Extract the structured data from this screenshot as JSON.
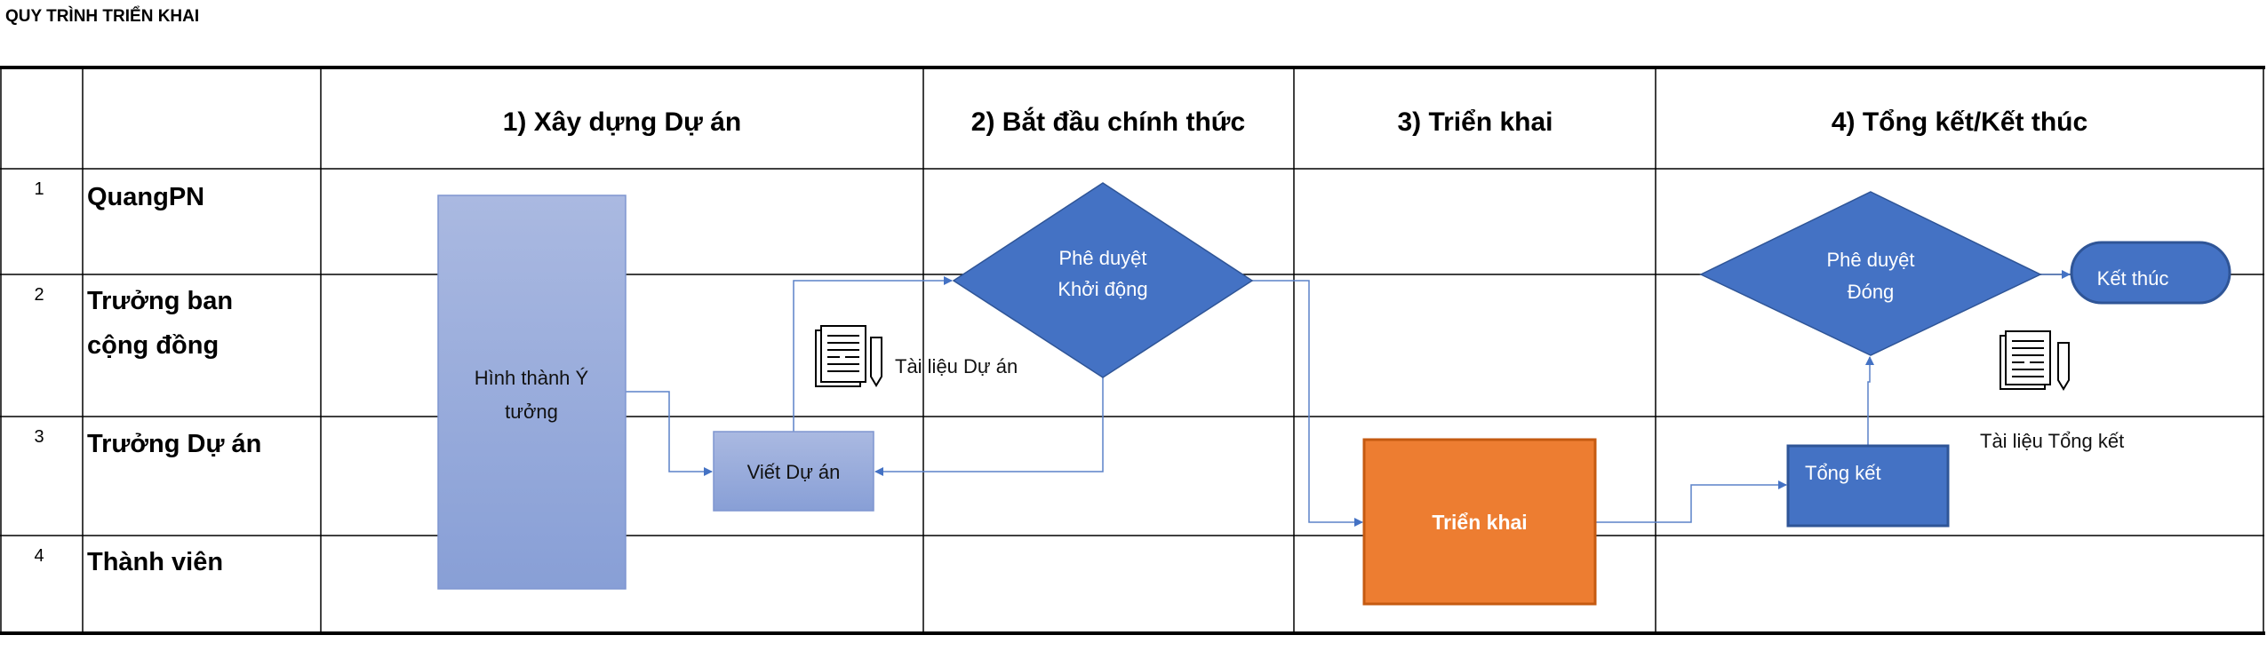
{
  "title": "QUY TRÌNH TRIỂN KHAI",
  "phases": [
    "1) Xây dựng Dự án",
    "2) Bắt đầu chính thức",
    "3) Triển khai",
    "4) Tổng kết/Kết thúc"
  ],
  "lanes": [
    {
      "num": "1",
      "label_lines": [
        "QuangPN"
      ]
    },
    {
      "num": "2",
      "label_lines": [
        "Trưởng ban",
        "cộng đồng"
      ]
    },
    {
      "num": "3",
      "label_lines": [
        "Trưởng Dự án"
      ]
    },
    {
      "num": "4",
      "label_lines": [
        "Thành viên"
      ]
    }
  ],
  "shapes": {
    "idea": [
      "Hình thành Ý",
      "tưởng"
    ],
    "write": "Viết Dự án",
    "approve_start": [
      "Phê duyệt",
      "Khởi động"
    ],
    "doc_project": "Tài liệu Dự án",
    "deploy": "Triển khai",
    "summary": "Tổng kết",
    "approve_close": [
      "Phê duyệt",
      "Đóng"
    ],
    "end": "Kết thúc",
    "doc_summary": "Tài liệu Tổng kết"
  },
  "colors": {
    "blue": "#4472C4",
    "orange": "#ED7D31",
    "light_blue_top": "#AAB9E1",
    "light_blue_bottom": "#889FD6",
    "connector": "#5B82C8"
  }
}
